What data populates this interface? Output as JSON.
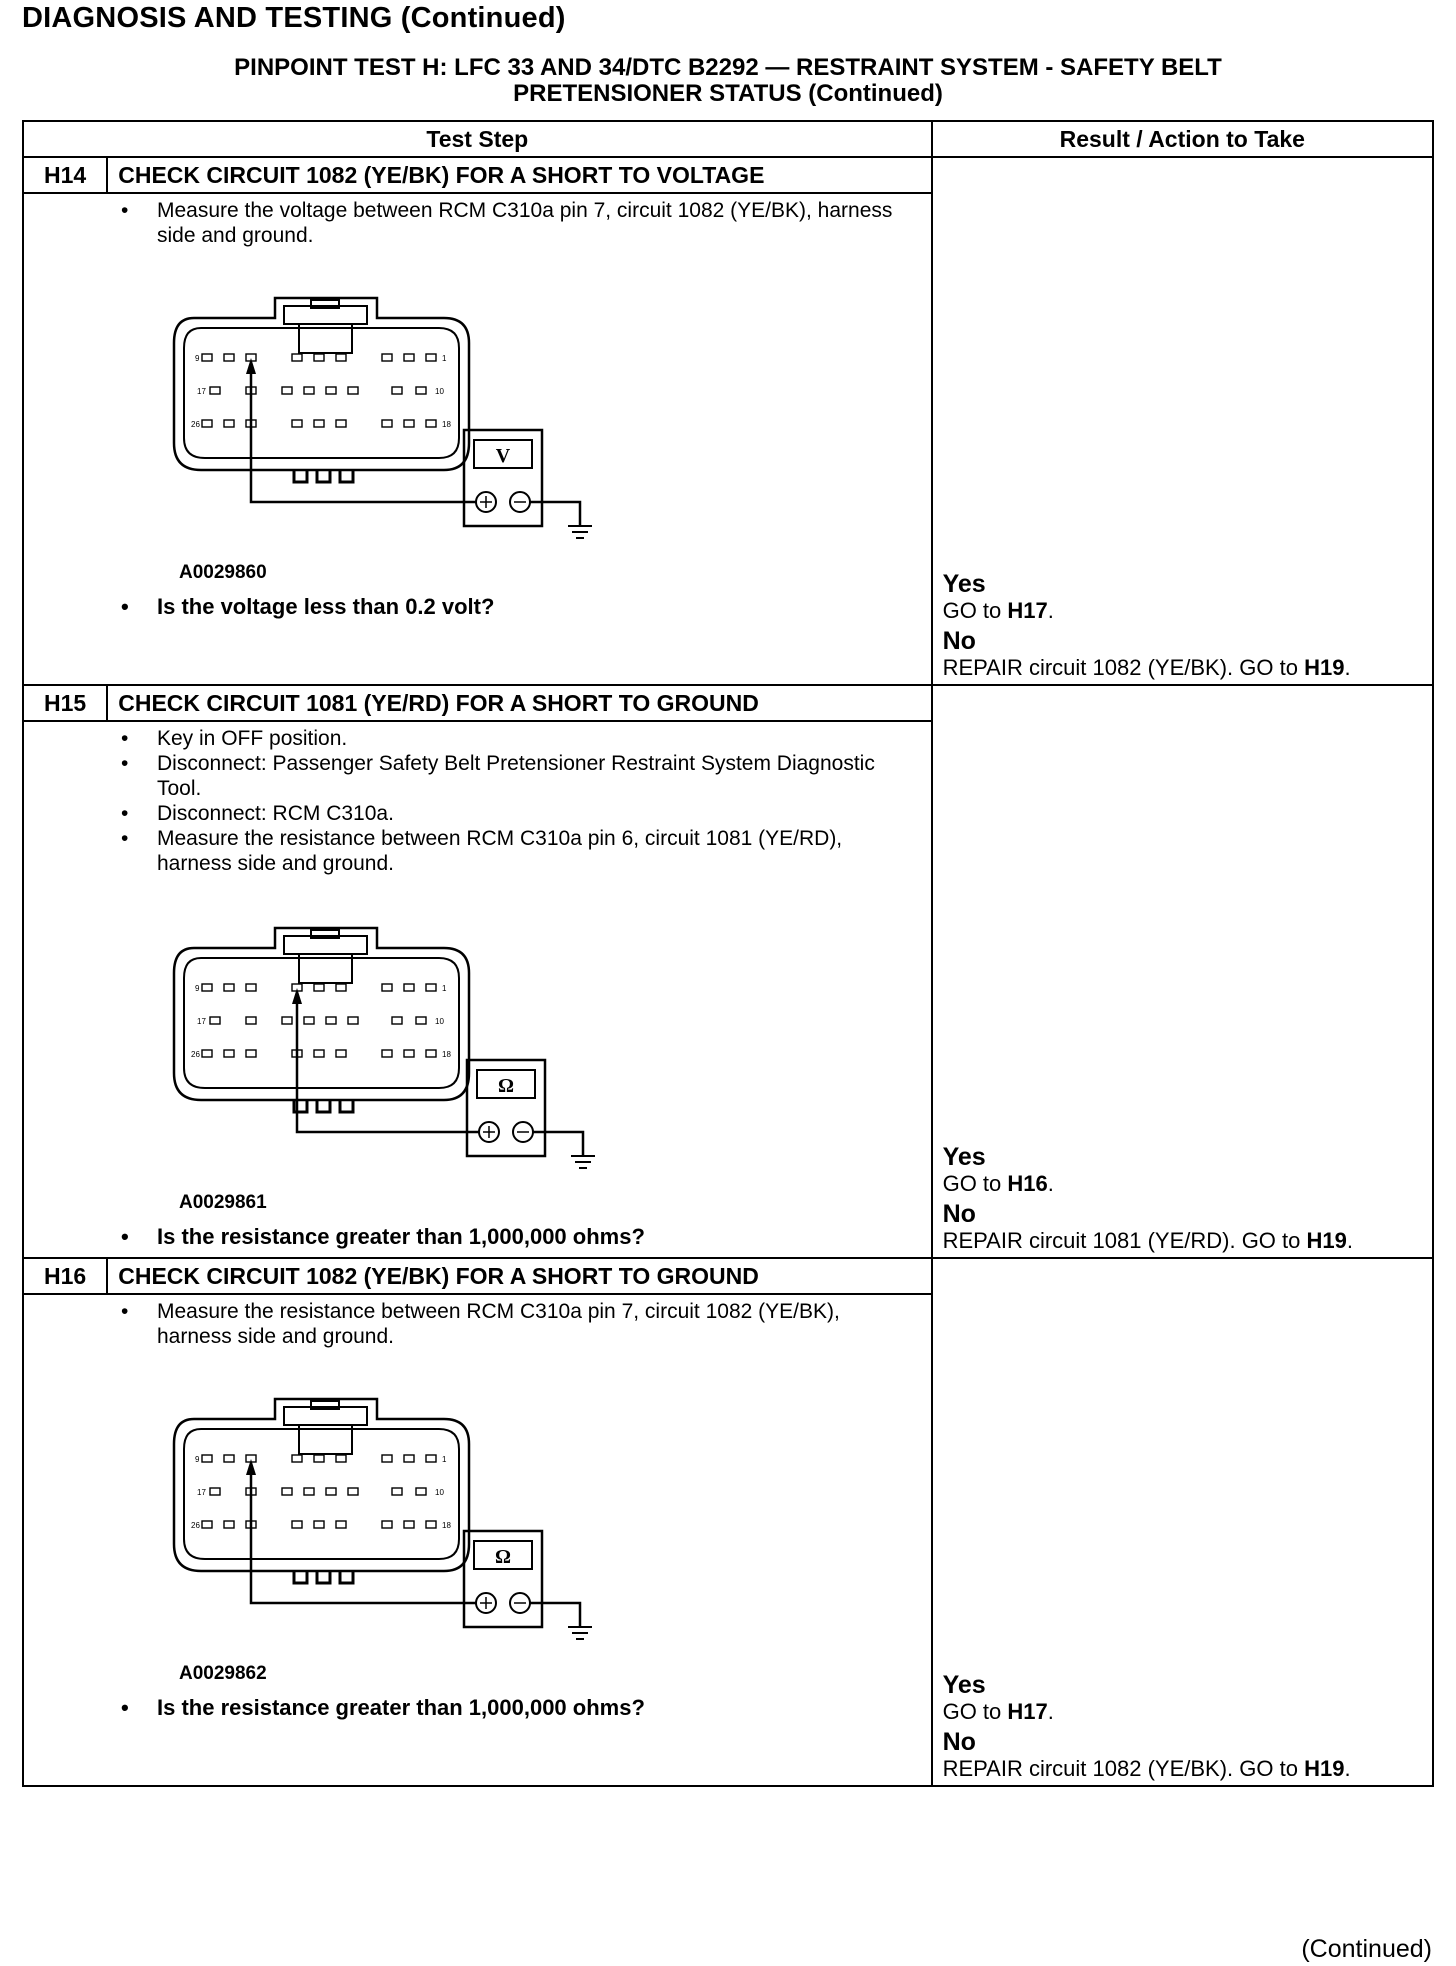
{
  "header": {
    "section": "DIAGNOSIS AND TESTING (Continued)",
    "test_line1": "PINPOINT TEST H: LFC 33 AND 34/DTC B2292 — RESTRAINT SYSTEM - SAFETY BELT",
    "test_line2": "PRETENSIONER STATUS (Continued)"
  },
  "table": {
    "col_step": "Test Step",
    "col_result": "Result / Action to Take"
  },
  "steps": [
    {
      "id": "H14",
      "title": "CHECK CIRCUIT 1082 (YE/BK) FOR A SHORT TO VOLTAGE",
      "bullets": [
        "Measure the voltage between RCM C310a pin 7, circuit 1082 (YE/BK), harness side and ground."
      ],
      "figure": {
        "code": "A0029860",
        "meter_symbol": "V",
        "pin_labels": [
          "9",
          "1",
          "17",
          "10",
          "26",
          "18"
        ]
      },
      "question": "Is the voltage less than 0.2 volt?",
      "yes": "Yes",
      "yes_pre": "GO to ",
      "yes_target": "H17",
      "yes_post": ".",
      "no": "No",
      "no_pre": "REPAIR circuit 1082 (YE/BK). GO to ",
      "no_target": "H19",
      "no_post": "."
    },
    {
      "id": "H15",
      "title": "CHECK CIRCUIT 1081 (YE/RD) FOR A SHORT TO GROUND",
      "bullets": [
        "Key in OFF position.",
        "Disconnect: Passenger Safety Belt Pretensioner Restraint System Diagnostic Tool.",
        "Disconnect: RCM C310a.",
        "Measure the resistance between RCM C310a pin 6, circuit 1081 (YE/RD), harness side and ground."
      ],
      "figure": {
        "code": "A0029861",
        "meter_symbol": "Ω",
        "pin_labels": [
          "9",
          "1",
          "17",
          "10",
          "26",
          "18"
        ]
      },
      "question": "Is the resistance greater than 1,000,000 ohms?",
      "yes": "Yes",
      "yes_pre": "GO to ",
      "yes_target": "H16",
      "yes_post": ".",
      "no": "No",
      "no_pre": "REPAIR circuit 1081 (YE/RD). GO to ",
      "no_target": "H19",
      "no_post": "."
    },
    {
      "id": "H16",
      "title": "CHECK CIRCUIT 1082 (YE/BK) FOR A SHORT TO GROUND",
      "bullets": [
        "Measure the resistance between RCM C310a pin 7, circuit 1082 (YE/BK), harness side and ground."
      ],
      "figure": {
        "code": "A0029862",
        "meter_symbol": "Ω",
        "pin_labels": [
          "9",
          "1",
          "17",
          "10",
          "26",
          "18"
        ]
      },
      "question": "Is the resistance greater than 1,000,000 ohms?",
      "yes": "Yes",
      "yes_pre": "GO to ",
      "yes_target": "H17",
      "yes_post": ".",
      "no": "No",
      "no_pre": "REPAIR circuit 1082 (YE/BK). GO to ",
      "no_target": "H19",
      "no_post": "."
    }
  ],
  "footer": {
    "continued": "(Continued)"
  }
}
